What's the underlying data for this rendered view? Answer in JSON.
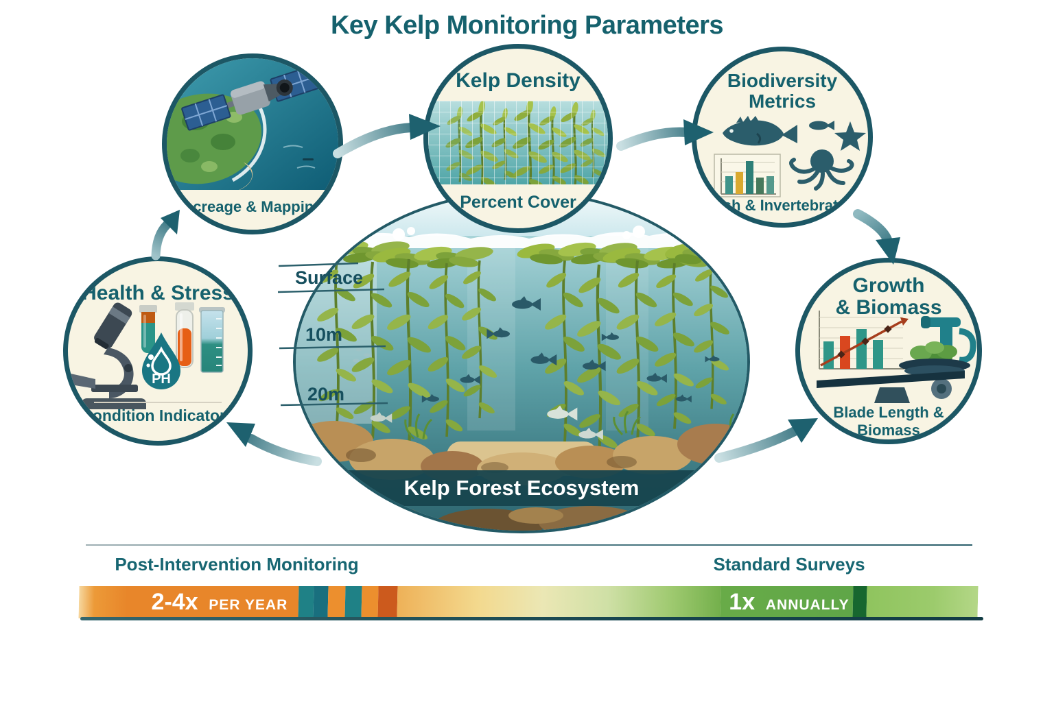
{
  "title": "Key Kelp Monitoring Parameters",
  "nodes": {
    "acreage": {
      "caption": "Acreage & Mapping"
    },
    "kelp_density": {
      "title": "Kelp Density",
      "caption": "Percent Cover"
    },
    "biodiversity": {
      "title_line1": "Biodiversity",
      "title_line2": "Metrics",
      "caption": "Fish & Invertebrates"
    },
    "growth": {
      "title_line1": "Growth",
      "title_line2": "& Biomass",
      "caption": "Blade Length & Biomass"
    },
    "health": {
      "title": "Health & Stress",
      "caption": "Condition Indicators",
      "ph_label": "PH"
    }
  },
  "center": {
    "label": "Kelp Forest Ecosystem",
    "depths": [
      "Surface",
      "10m",
      "20m"
    ]
  },
  "timeline": {
    "left": {
      "heading": "Post-Intervention Monitoring",
      "value": "2-4x",
      "unit": "PER YEAR"
    },
    "right": {
      "heading": "Standard Surveys",
      "value": "1x",
      "unit": "ANNUALLY"
    }
  },
  "icons": {
    "satellite": "satellite-over-coastline",
    "kelp_grid": "kelp-with-survey-grid",
    "fish": "fish-silhouette",
    "starfish": "starfish-silhouette",
    "octopus": "octopus-silhouette",
    "mini_bar_chart": "small-bar-chart",
    "growth_chart": "bar-chart-with-trend-line",
    "scale": "weighing-scale-with-kelp",
    "microscope": "microscope",
    "test_tubes": "test-tubes",
    "ph_droplet": "ph-water-droplet",
    "graduated_cylinder": "graduated-cylinder"
  },
  "flow_arrows": [
    "health-to-acreage",
    "acreage-to-density",
    "density-to-biodiversity",
    "biodiversity-to-growth",
    "center-to-growth",
    "center-to-health"
  ],
  "colors": {
    "teal_text": "#15616d",
    "circle_border": "#1c5765",
    "cream": "#f8f4e3",
    "orange": "#e8862a",
    "dark_orange": "#cc5a1d",
    "teal_segment": "#1f8186",
    "green": "#5fa648",
    "dark_green": "#17672f",
    "light_green": "#8fc45e"
  }
}
